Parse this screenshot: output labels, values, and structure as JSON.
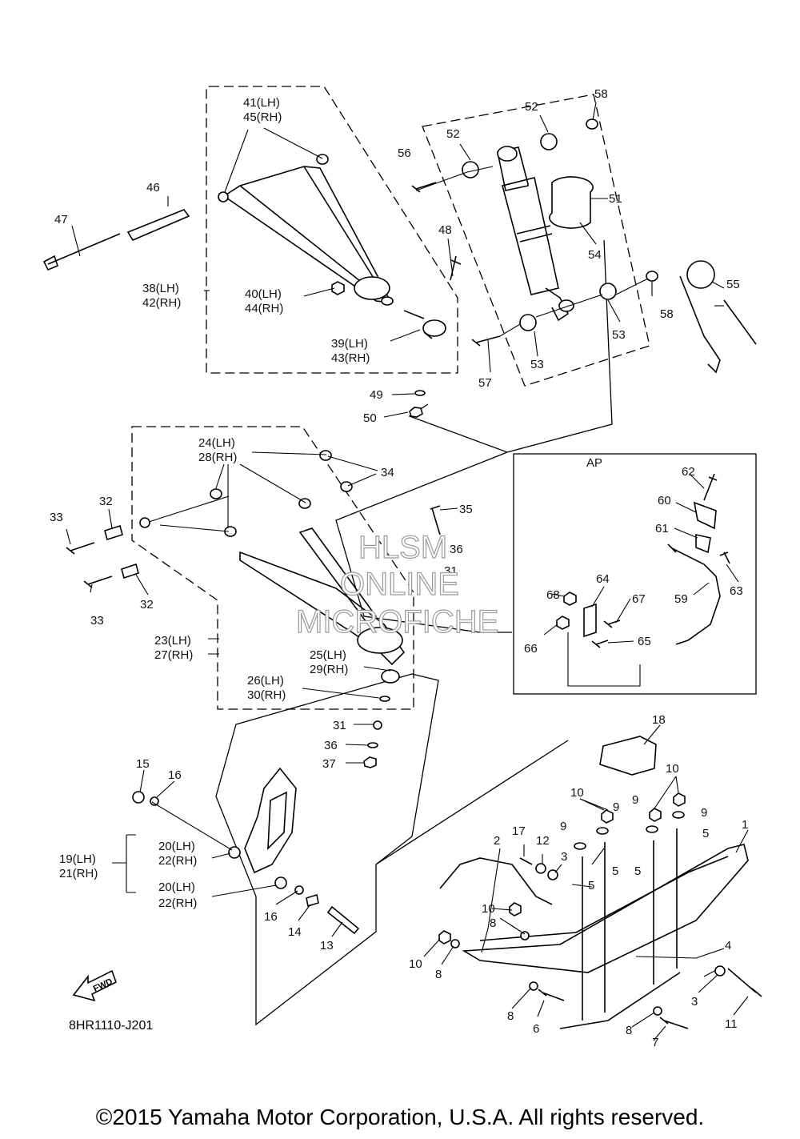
{
  "diagram": {
    "code": "8HR1110-J201",
    "fwd_label": "FWD",
    "ap_label": "AP",
    "copyright": "©2015 Yamaha Motor Corporation, U.S.A. All rights reserved.",
    "watermark": [
      "HLSM",
      "ONLINE",
      "MICROFICHE"
    ],
    "callouts": {
      "c1": "1",
      "c2": "2",
      "c3a": "3",
      "c3b": "3",
      "c4": "4",
      "c5a": "5",
      "c5b": "5",
      "c5c": "5",
      "c5d": "5",
      "c6": "6",
      "c7": "7",
      "c8a": "8",
      "c8b": "8",
      "c8c": "8",
      "c8d": "8",
      "c9a": "9",
      "c9b": "9",
      "c9c": "9",
      "c9d": "9",
      "c10a": "10",
      "c10b": "10",
      "c10c": "10",
      "c10d": "10",
      "c11": "11",
      "c12": "12",
      "c13": "13",
      "c14": "14",
      "c15": "15",
      "c16a": "16",
      "c16b": "16",
      "c17": "17",
      "c18": "18",
      "c19": "19(LH)",
      "c21": "21(RH)",
      "c20a": "20(LH)",
      "c22a": "22(RH)",
      "c20b": "20(LH)",
      "c22b": "22(RH)",
      "c23": "23(LH)",
      "c27": "27(RH)",
      "c24": "24(LH)",
      "c28": "28(RH)",
      "c25": "25(LH)",
      "c29": "29(RH)",
      "c26": "26(LH)",
      "c30": "30(RH)",
      "c31a": "31",
      "c31b": "31",
      "c32a": "32",
      "c32b": "32",
      "c33a": "33",
      "c33b": "33",
      "c34": "34",
      "c35": "35",
      "c36a": "36",
      "c36b": "36",
      "c37": "37",
      "c38": "38(LH)",
      "c42": "42(RH)",
      "c39": "39(LH)",
      "c43": "43(RH)",
      "c40": "40(LH)",
      "c44": "44(RH)",
      "c41": "41(LH)",
      "c45": "45(RH)",
      "c46": "46",
      "c47": "47",
      "c48": "48",
      "c49": "49",
      "c50": "50",
      "c51": "51",
      "c52a": "52",
      "c52b": "52",
      "c53a": "53",
      "c53b": "53",
      "c54": "54",
      "c55": "55",
      "c56": "56",
      "c57": "57",
      "c58a": "58",
      "c58b": "58",
      "c59": "59",
      "c60": "60",
      "c61": "61",
      "c62": "62",
      "c63": "63",
      "c64": "64",
      "c65": "65",
      "c66": "66",
      "c67": "67",
      "c68": "68"
    }
  }
}
